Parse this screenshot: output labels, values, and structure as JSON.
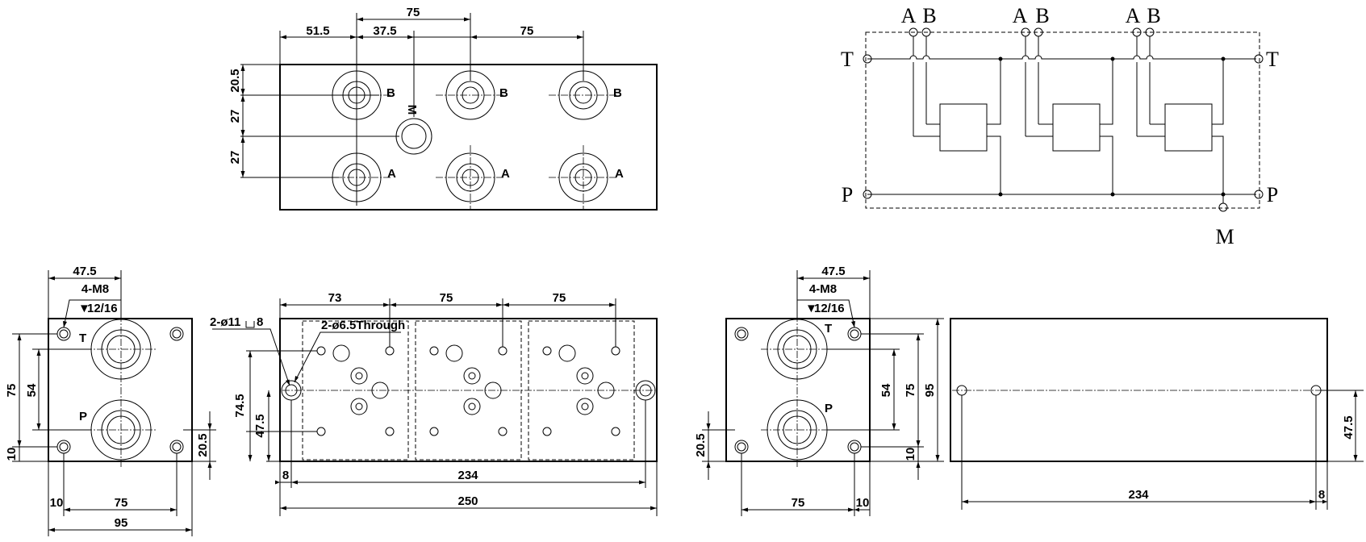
{
  "top_view": {
    "dims": [
      "75",
      "51.5",
      "37.5",
      "75",
      "20.5",
      "27",
      "27"
    ],
    "port_labels": [
      "B",
      "B",
      "B",
      "A",
      "A",
      "A",
      "M"
    ]
  },
  "schematic": {
    "labels": [
      "A",
      "B",
      "A",
      "B",
      "A",
      "B",
      "T",
      "T",
      "P",
      "P",
      "M"
    ]
  },
  "left_end_view": {
    "dims": [
      "47.5",
      "4-M8",
      "12/16",
      "75",
      "54",
      "10",
      "20.5",
      "10",
      "75",
      "95"
    ],
    "depth_symbol": "▼",
    "port_labels": [
      "T",
      "P"
    ]
  },
  "front_view": {
    "dims": [
      "73",
      "75",
      "75",
      "2-ø11",
      "8",
      "2-ø6.5Through",
      "74.5",
      "47.5",
      "8",
      "234",
      "250"
    ]
  },
  "right_end_view": {
    "dims": [
      "47.5",
      "4-M8",
      "12/16",
      "54",
      "75",
      "95",
      "20.5",
      "10",
      "75",
      "10"
    ],
    "depth_symbol": "▼",
    "port_labels": [
      "T",
      "P"
    ]
  },
  "back_view": {
    "dims": [
      "47.5",
      "234",
      "8"
    ]
  }
}
